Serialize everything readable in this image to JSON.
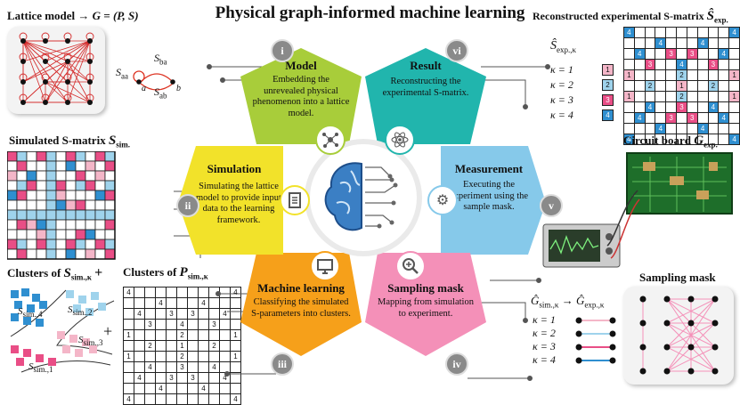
{
  "title": "Physical graph-informed machine learning",
  "lattice": {
    "label": "Lattice model",
    "eq": "G = (P, S)",
    "s_aa": "S",
    "s_aa_sub": "aa",
    "s_ba": "S",
    "s_ba_sub": "ba",
    "s_ab": "S",
    "s_ab_sub": "ab",
    "node_a": "a",
    "node_b": "b"
  },
  "simulated": {
    "label": "Simulated S-matrix",
    "symbol": "S",
    "symbol_sub": "sim."
  },
  "clusters_s": {
    "label": "Clusters of",
    "symbol": "S",
    "symbol_sub": "sim.,κ",
    "plus": "+",
    "plus2": "+",
    "c4": "S",
    "c4_sub": "sim.,4",
    "c2": "S",
    "c2_sub": "sim.,2",
    "c3": "S",
    "c3_sub": "sim.,3",
    "c1": "S",
    "c1_sub": "sim.,1"
  },
  "clusters_p": {
    "label": "Clusters of",
    "symbol": "P",
    "symbol_sub": "sim.,κ",
    "grid": [
      [
        "4",
        "",
        "",
        "",
        "",
        "",
        "",
        "",
        "",
        "",
        "4"
      ],
      [
        "",
        "",
        "",
        "4",
        "",
        "",
        "",
        "4",
        "",
        "",
        ""
      ],
      [
        "",
        "4",
        "",
        "",
        "3",
        "",
        "3",
        "",
        "",
        "4",
        ""
      ],
      [
        "",
        "",
        "3",
        "",
        "",
        "4",
        "",
        "",
        "3",
        "",
        ""
      ],
      [
        "1",
        "",
        "",
        "",
        "",
        "2",
        "",
        "",
        "",
        "",
        "1"
      ],
      [
        "",
        "",
        "2",
        "",
        "",
        "1",
        "",
        "",
        "2",
        "",
        ""
      ],
      [
        "1",
        "",
        "",
        "",
        "",
        "2",
        "",
        "",
        "",
        "",
        "1"
      ],
      [
        "",
        "",
        "4",
        "",
        "",
        "3",
        "",
        "",
        "4",
        "",
        ""
      ],
      [
        "",
        "4",
        "",
        "",
        "3",
        "",
        "3",
        "",
        "",
        "4",
        ""
      ],
      [
        "",
        "",
        "",
        "4",
        "",
        "",
        "",
        "4",
        "",
        "",
        ""
      ],
      [
        "4",
        "",
        "",
        "",
        "",
        "",
        "",
        "",
        "",
        "",
        "4"
      ]
    ]
  },
  "reconstructed": {
    "label": "Reconstructed experimental S-matrix",
    "symbol": "Ŝ",
    "symbol_sub": "exp.",
    "legend_symbol": "Ŝ",
    "legend_sub": "exp.,κ",
    "legend": [
      {
        "k": "κ = 1",
        "v": "1",
        "color": "#f4b6c8"
      },
      {
        "k": "κ = 2",
        "v": "2",
        "color": "#9fd3ec"
      },
      {
        "k": "κ = 3",
        "v": "3",
        "color": "#e94e86"
      },
      {
        "k": "κ = 4",
        "v": "4",
        "color": "#2f8fd0"
      }
    ],
    "grid": [
      [
        "4",
        "",
        "",
        "",
        "",
        "",
        "",
        "",
        "",
        "",
        "4"
      ],
      [
        "",
        "",
        "",
        "4",
        "",
        "",
        "",
        "4",
        "",
        "",
        ""
      ],
      [
        "",
        "4",
        "",
        "",
        "3",
        "",
        "3",
        "",
        "",
        "4",
        ""
      ],
      [
        "",
        "",
        "3",
        "",
        "",
        "4",
        "",
        "",
        "3",
        "",
        ""
      ],
      [
        "1",
        "",
        "",
        "",
        "",
        "2",
        "",
        "",
        "",
        "",
        "1"
      ],
      [
        "",
        "",
        "2",
        "",
        "",
        "1",
        "",
        "",
        "2",
        "",
        ""
      ],
      [
        "1",
        "",
        "",
        "",
        "",
        "2",
        "",
        "",
        "",
        "",
        "1"
      ],
      [
        "",
        "",
        "4",
        "",
        "",
        "3",
        "",
        "",
        "4",
        "",
        ""
      ],
      [
        "",
        "4",
        "",
        "",
        "3",
        "",
        "3",
        "",
        "",
        "4",
        ""
      ],
      [
        "",
        "",
        "",
        "4",
        "",
        "",
        "",
        "4",
        "",
        "",
        ""
      ],
      [
        "4",
        "",
        "",
        "",
        "",
        "",
        "",
        "",
        "",
        "",
        "4"
      ]
    ]
  },
  "circuit": {
    "label": "Circuit board",
    "symbol": "G",
    "symbol_sub": "exp."
  },
  "sampling_mask": {
    "label": "Sampling mask",
    "map_from": "Ĝ",
    "map_from_sub": "sim.,κ",
    "map_to": "Ĝ",
    "map_to_sub": "exp.,κ",
    "rows": [
      "κ = 1",
      "κ = 2",
      "κ = 3",
      "κ = 4"
    ]
  },
  "petals": [
    {
      "num": "i",
      "title": "Model",
      "text": "Embedding the unrevealed physical phenomenon into a lattice model.",
      "color": "#a8cd3a"
    },
    {
      "num": "vi",
      "title": "Result",
      "text": "Reconstructing the experimental S-matrix.",
      "color": "#21b5ad"
    },
    {
      "num": "v",
      "title": "Measurement",
      "text": "Executing the experiment using the sample mask.",
      "color": "#86c9ea"
    },
    {
      "num": "iv",
      "title": "Sampling mask",
      "text": "Mapping from simulation to experiment.",
      "color": "#f490b8"
    },
    {
      "num": "iii",
      "title": "Machine learning",
      "text": "Classifying the simulated S-parameters into clusters.",
      "color": "#f6a01a"
    },
    {
      "num": "ii",
      "title": "Simulation",
      "text": "Simulating the lattice model to provide input data to the learning framework.",
      "color": "#f2e22a"
    }
  ],
  "icons": [
    "molecule-icon",
    "atom-icon",
    "gear-icon",
    "magnifier-icon",
    "monitor-icon",
    "document-icon",
    "brain-icon"
  ]
}
